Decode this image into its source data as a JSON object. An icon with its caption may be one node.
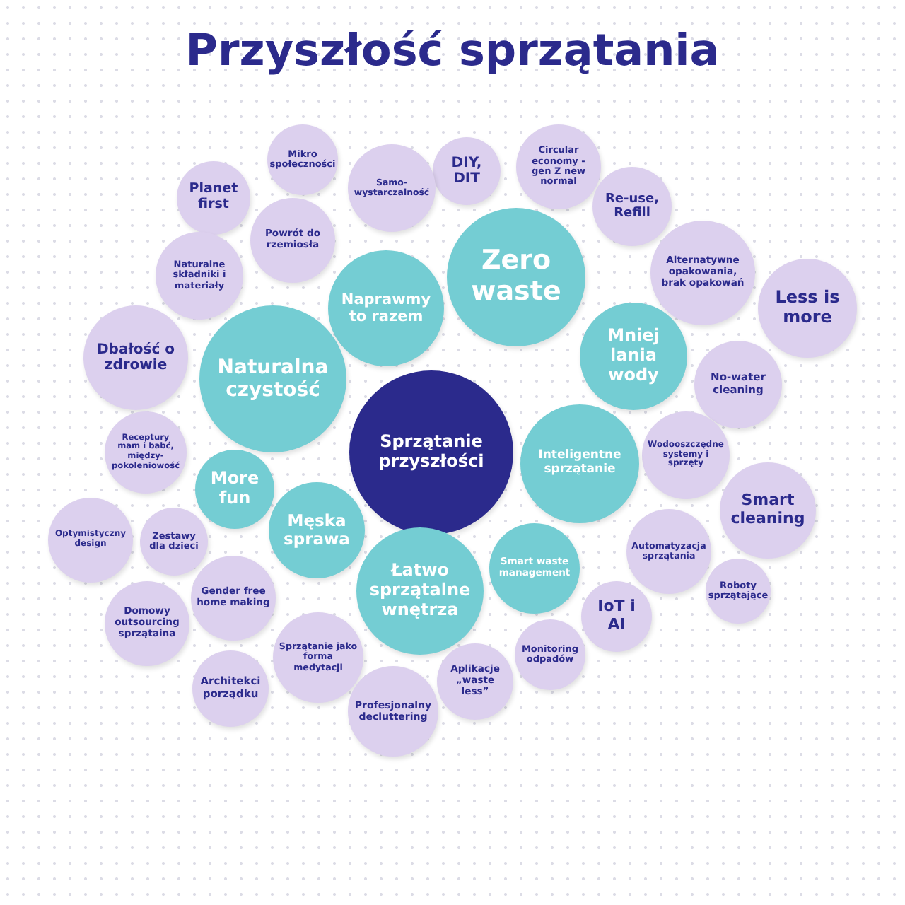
{
  "diagram": {
    "title": "Przyszłość sprzątania",
    "nodes": [
      {
        "text": [
          "Mikro społeczności"
        ]
      },
      {
        "text": [
          "DIY, DIT"
        ]
      },
      {
        "text": [
          "Circular economy - gen Z new normal"
        ]
      },
      {
        "text": [
          "Samo-wystarczalność"
        ]
      },
      {
        "text": [
          "Planet first"
        ]
      },
      {
        "text": [
          "Re-use, Refill"
        ]
      },
      {
        "text": [
          "Powrót do rzemiosła"
        ]
      },
      {
        "text": [
          "Zero waste"
        ]
      },
      {
        "text": [
          "Naturalne składniki i materiały"
        ]
      },
      {
        "text": [
          "Alternatywne opakowania, brak opakowań"
        ]
      },
      {
        "text": [
          "Naprawmy to razem"
        ]
      },
      {
        "text": [
          "Less is more"
        ]
      },
      {
        "text": [
          "Dbałość o zdrowie"
        ]
      },
      {
        "text": [
          "Mniej lania wody"
        ]
      },
      {
        "text": [
          "Naturalna czystość"
        ]
      },
      {
        "text": [
          "No-water cleaning"
        ]
      },
      {
        "text": [
          "Sprzątanie przyszłości"
        ]
      },
      {
        "text": [
          "Receptury mam i babć, między-pokoleniowość"
        ]
      },
      {
        "text": [
          "Wodooszczędne systemy i sprzęty"
        ]
      },
      {
        "text": [
          "Inteligentne sprzątanie"
        ]
      },
      {
        "text": [
          "More fun"
        ]
      },
      {
        "text": [
          "Smart cleaning"
        ]
      },
      {
        "text": [
          "Męska sprawa"
        ]
      },
      {
        "text": [
          "Optymistyczny design"
        ]
      },
      {
        "text": [
          "Zestawy dla dzieci"
        ]
      },
      {
        "text": [
          "Automatyzacja sprzątania"
        ]
      },
      {
        "text": [
          "Smart waste management"
        ]
      },
      {
        "text": [
          "Łatwo sprzątalne wnętrza"
        ]
      },
      {
        "text": [
          "Roboty sprzątające"
        ]
      },
      {
        "text": [
          "Gender free home making"
        ]
      },
      {
        "text": [
          "IoT i AI"
        ]
      },
      {
        "text": [
          "Domowy outsourcing sprzątaina"
        ]
      },
      {
        "text": [
          "Monitoring odpadów"
        ]
      },
      {
        "text": [
          "Sprzątanie jako forma medytacji"
        ]
      },
      {
        "text": [
          "Aplikacje „waste less”"
        ]
      },
      {
        "text": [
          "Architekci porządku"
        ]
      },
      {
        "text": [
          "Profesjonalny decluttering"
        ]
      }
    ]
  }
}
